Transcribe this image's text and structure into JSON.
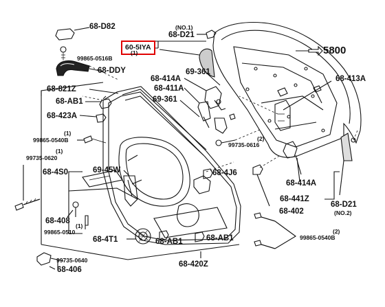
{
  "labels": {
    "d82": "68-D82",
    "no1": "(NO.1)",
    "d21_1": "68-D21",
    "part_highlight": "60-5IYA",
    "n99865_0516b": "99865-0516B",
    "one_a": "(1)",
    "ddy": "68-DDY",
    "n5800": "5800",
    "n414a_top": "68-414A",
    "n69_361_top": "69-361",
    "n413a": "68-413A",
    "n821z": "68-821Z",
    "n411a": "68-411A",
    "ab1_top": "68-AB1",
    "n69_361_mid": "69-361",
    "n423a": "68-423A",
    "one_b": "(1)",
    "n99865_0540b_left": "99865-0540B",
    "two_a": "(2)",
    "n99735_0616": "99735-0616",
    "one_c": "(1)",
    "n99735_0620": "99735-0620",
    "n45w": "69-45W",
    "n4j6": "68-4J6",
    "n4s0": "68-4S0",
    "n414a_right": "68-414A",
    "n441z": "68-441Z",
    "d21_2": "68-D21",
    "no2": "(NO.2)",
    "n402": "68-402",
    "n408": "68-408",
    "one_d": "(1)",
    "n99865_0510": "99865-0510",
    "two_b": "(2)",
    "n99865_0540b_right": "99865-0540B",
    "n4t1": "68-4T1",
    "ab1_bottom": "68-AB1",
    "ab1_bottom2": "68-AB1",
    "n99735_0640": "99735-0640",
    "n406": "68-406",
    "n420z": "68-420Z"
  },
  "colors": {
    "line": "#111111",
    "highlight_border": "#e00000"
  }
}
